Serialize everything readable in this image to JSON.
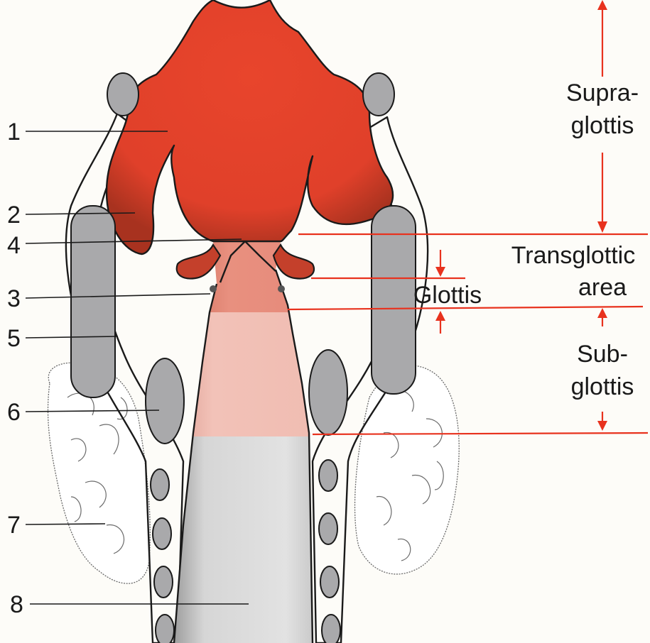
{
  "numbers": {
    "n1": "1",
    "n2": "2",
    "n3": "3",
    "n4": "4",
    "n5": "5",
    "n6": "6",
    "n7": "7",
    "n8": "8"
  },
  "regions": {
    "supraglottis_line1": "Supra-",
    "supraglottis_line2": "glottis",
    "transglottic_line1": "Transglottic",
    "transglottic_line2": "area",
    "glottis": "Glottis",
    "subglottis_line1": "Sub-",
    "subglottis_line2": "glottis"
  },
  "colors": {
    "supraglottis_red": "#e8452c",
    "transglottic_pink": "#e8907f",
    "subglottis_pink": "#f2c2b8",
    "trachea_gray": "#dcdcdc",
    "cartilage_gray": "#a9a9ab",
    "annotation_red": "#e8321e"
  }
}
